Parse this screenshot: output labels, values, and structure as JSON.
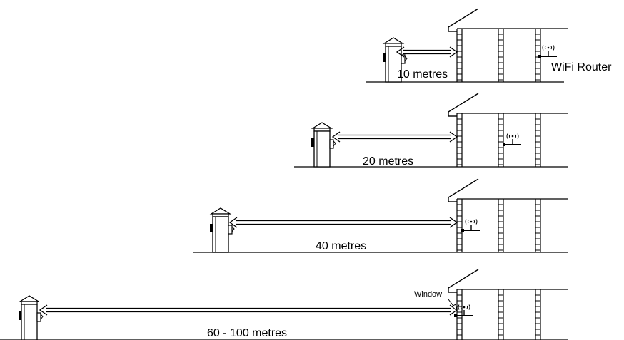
{
  "labels": {
    "router": "WiFi Router",
    "window": "Window"
  },
  "scenarios": [
    {
      "distance_label": "10 metres"
    },
    {
      "distance_label": "20 metres"
    },
    {
      "distance_label": "40 metres"
    },
    {
      "distance_label": "60 - 100 metres"
    }
  ],
  "icons": {
    "charger": "ev-charging-post-icon",
    "router": "wifi-router-icon",
    "arrow": "double-headed-arrow-icon",
    "house": "house-wall-icon"
  },
  "colors": {
    "line": "#000000",
    "background": "#ffffff"
  }
}
